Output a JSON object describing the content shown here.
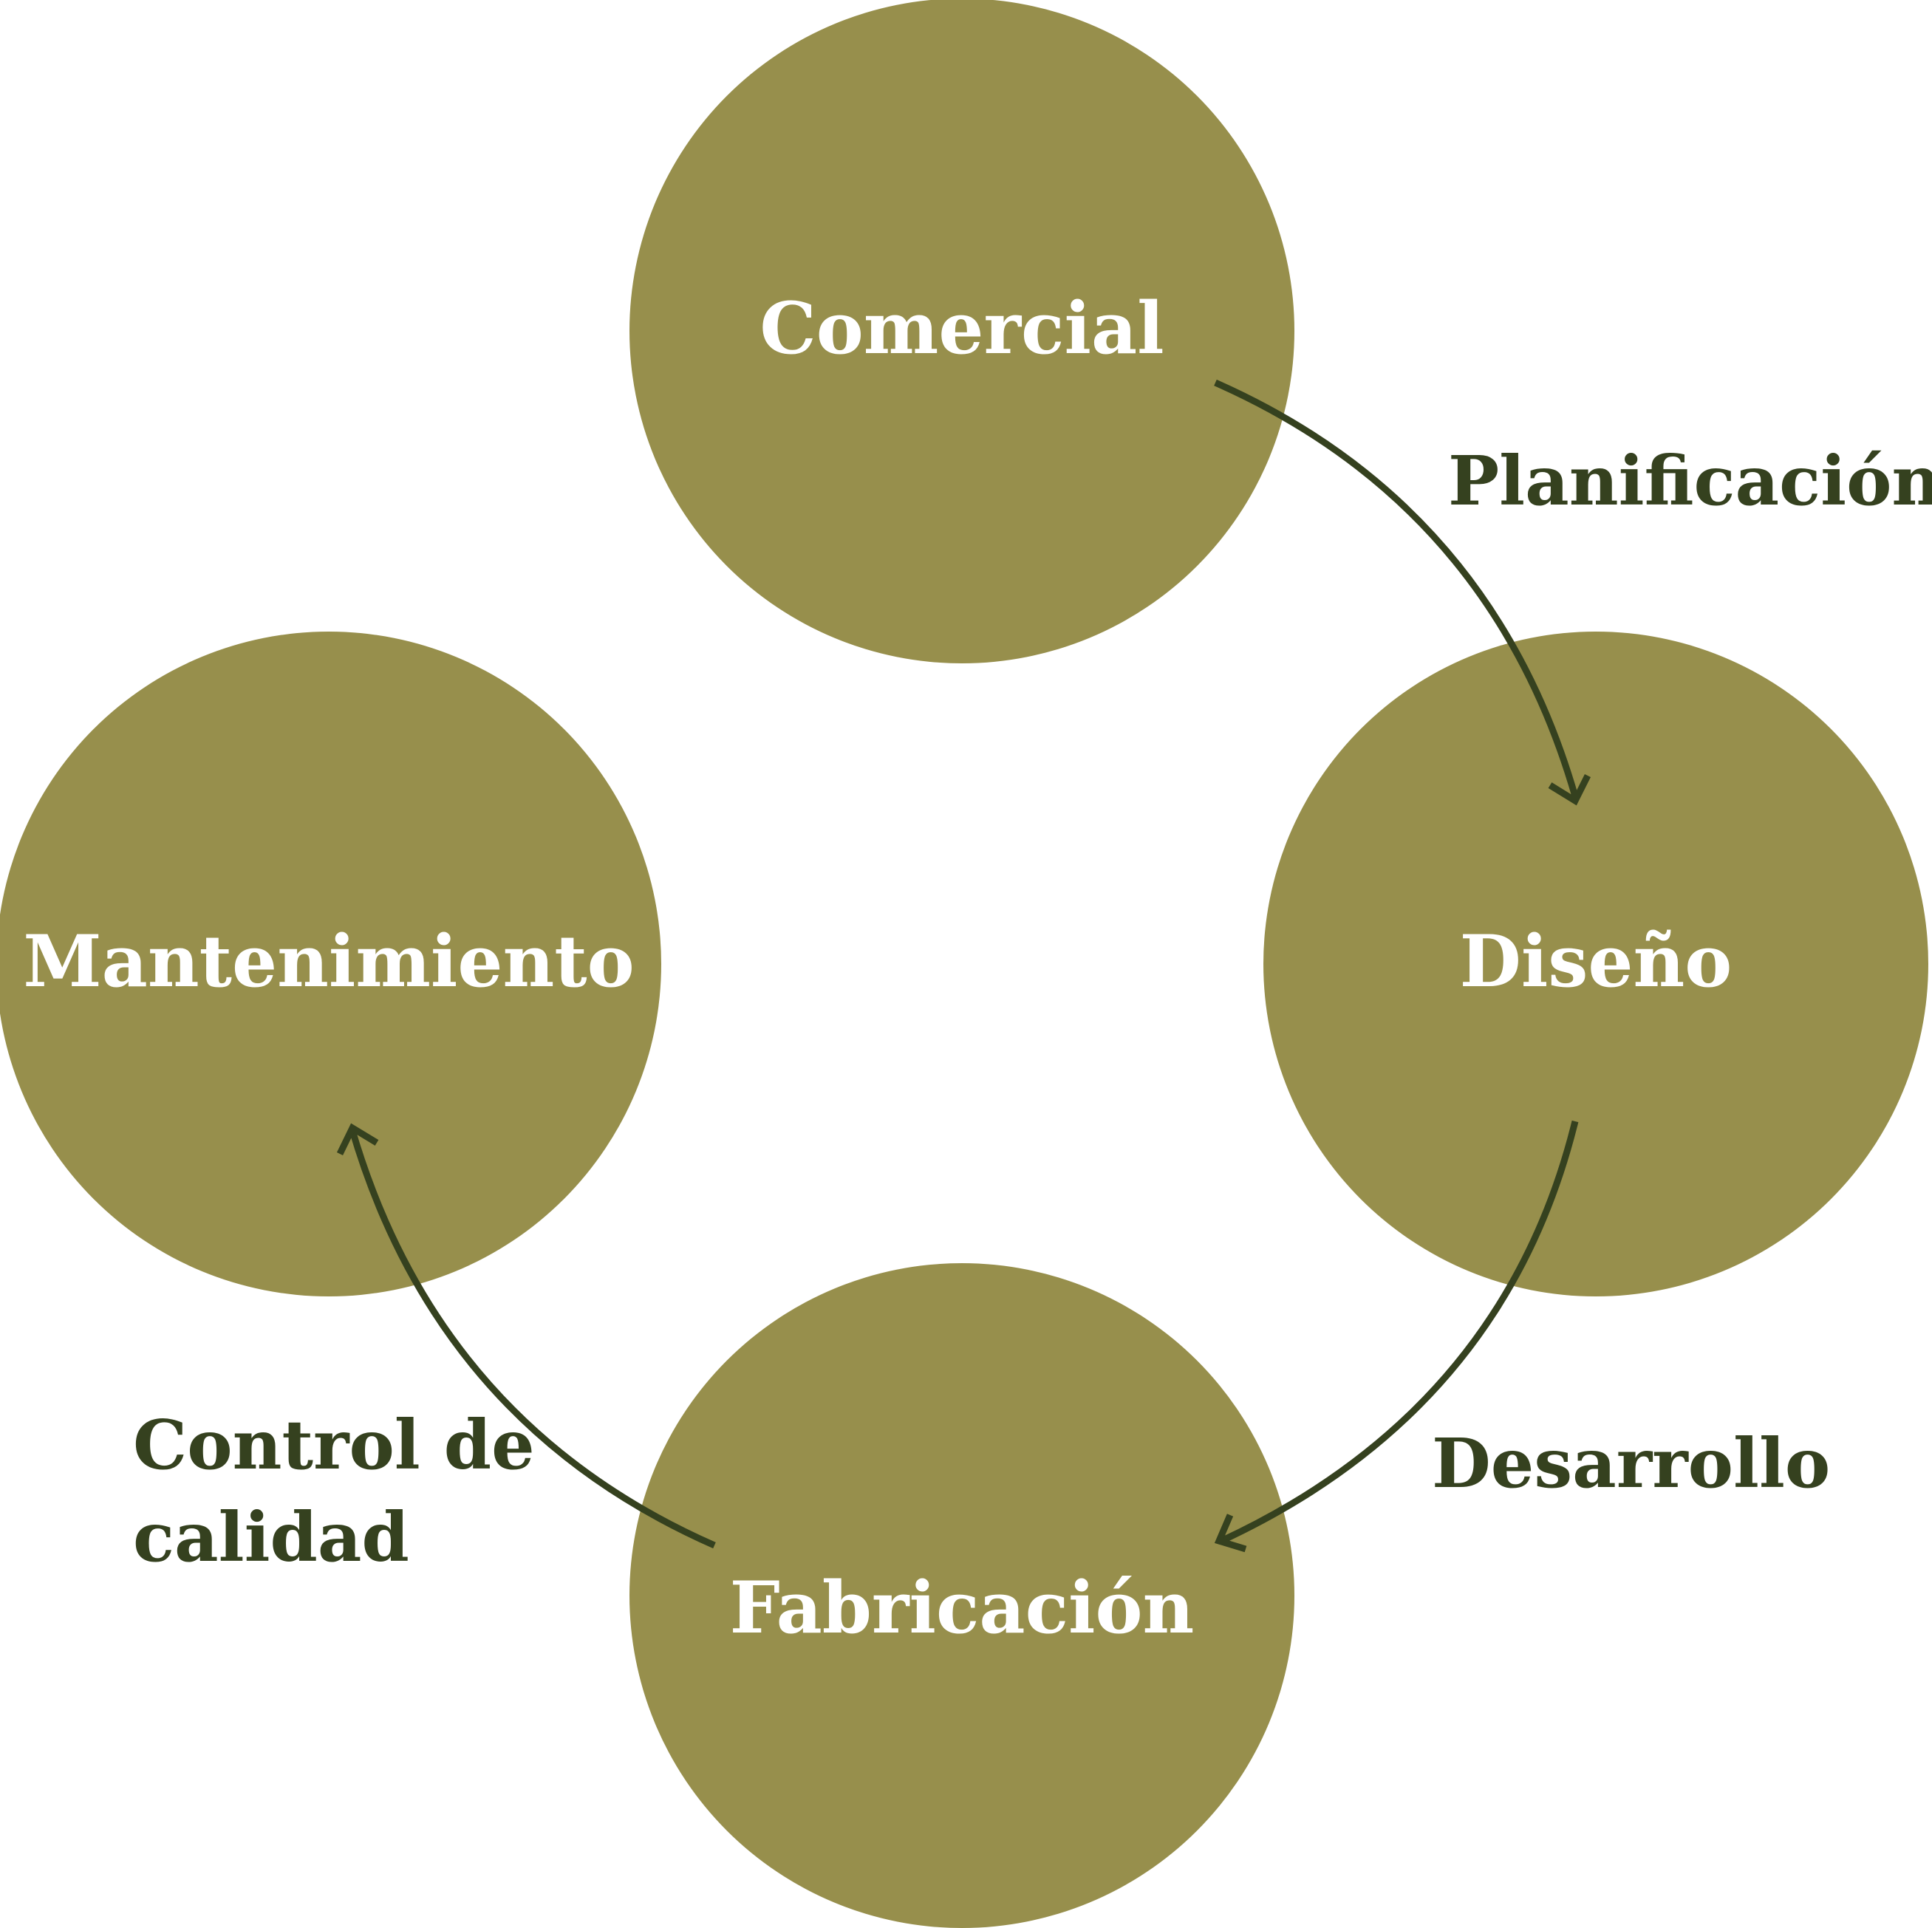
{
  "colors": {
    "node_fill": "#978f4c",
    "node_text": "#ffffff",
    "edge_stroke": "#35411f",
    "edge_text": "#35411f",
    "background": "#ffffff"
  },
  "nodes": {
    "comercial": "Comercial",
    "diseno": "Diseño",
    "fabricacion": "Fabricación",
    "mantenimiento": "Mantenimiento"
  },
  "edges": {
    "planificacion": "Planificación",
    "desarrollo": "Desarrollo",
    "control_de_calidad": [
      "Control de",
      "calidad"
    ]
  }
}
